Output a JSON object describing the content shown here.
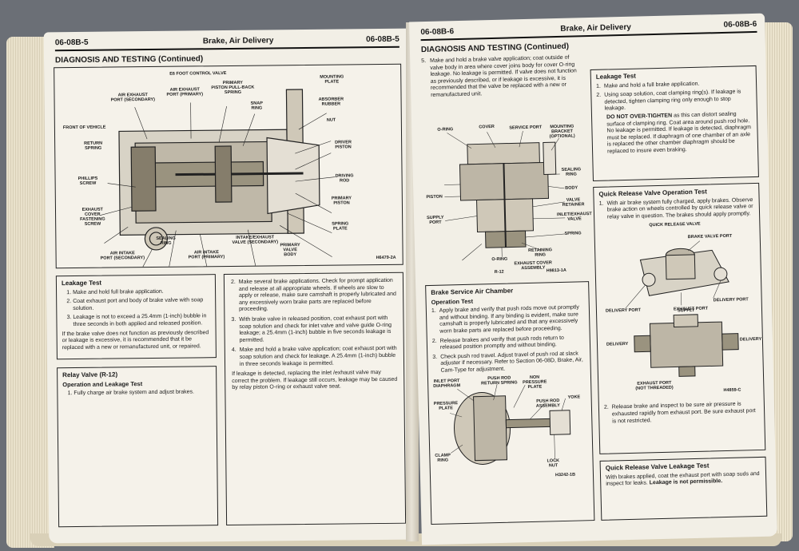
{
  "left_page": {
    "header": {
      "left": "06-08B-5",
      "center": "Brake, Air Delivery",
      "right": "06-08B-5"
    },
    "section_title": "DIAGNOSIS AND TESTING (Continued)",
    "figure": {
      "title": "E6 FOOT CONTROL VALVE",
      "labels": {
        "air_exhaust_secondary": "AIR EXHAUST\nPORT (SECONDARY)",
        "air_exhaust_primary": "AIR EXHAUST\nPORT (PRIMARY)",
        "primary_piston_spring": "PRIMARY\nPISTON PULL-BACK\nSPRING",
        "snap_ring": "SNAP\nRING",
        "mounting_plate": "MOUNTING\nPLATE",
        "absorber_rubber": "ABSORBER\nRUBBER",
        "nut": "NUT",
        "driver_piston": "DRIVER\nPISTON",
        "driving_rod": "DRIVING\nROD",
        "primary_piston": "PRIMARY\nPISTON",
        "spring_plate": "SPRING\nPLATE",
        "front_of_vehicle": "FRONT OF VEHICLE",
        "return_spring": "RETURN\nSPRING",
        "phillips_screw": "PHILLIPS\nSCREW",
        "exhaust_cover_screw": "EXHAUST\nCOVER\nFASTENING\nSCREW",
        "sealing_ring": "SEALING\nRING",
        "air_intake_secondary": "AIR INTAKE\nPORT (SECONDARY)",
        "air_intake_primary": "AIR INTAKE\nPORT (PRIMARY)",
        "intake_exhaust_valve": "INTAKE/EXHAUST\nVALVE (SECONDARY)",
        "primary_valve_body": "PRIMARY\nVALVE\nBODY"
      },
      "code": "H6479-2A"
    },
    "leakage_box": {
      "title": "Leakage Test",
      "items": [
        "Make and hold full brake application.",
        "Coat exhaust port and body of brake valve with soap solution.",
        "Leakage is not to exceed a 25.4mm (1-inch) bubble in three seconds in both applied and released position."
      ],
      "note": "If the brake valve does not function as previously described or leakage is excessive, it is recommended that it be replaced with a new or remanufactured unit, or repaired."
    },
    "relay_box": {
      "title": "Relay Valve (R-12)",
      "subtitle": "Operation and Leakage Test",
      "items": [
        "Fully charge air brake system and adjust brakes."
      ]
    },
    "middle_box": {
      "items": [
        {
          "n": "2.",
          "t": "Make several brake applications. Check for prompt application and release at all appropriate wheels. If wheels are slow to apply or release, make sure camshaft is properly lubricated and any excessively worn brake parts are replaced before proceeding."
        },
        {
          "n": "3.",
          "t": "With brake valve in released position, coat exhaust port with soap solution and check for inlet valve and valve guide O-ring leakage; a 25.4mm (1-inch) bubble in five seconds leakage is permitted."
        },
        {
          "n": "4.",
          "t": "Make and hold a brake valve application; coat exhaust port with soap solution and check for leakage. A 25.4mm (1-inch) bubble in three seconds leakage is permitted."
        }
      ],
      "note": "If leakage is detected, replacing the inlet /exhaust valve may correct the problem. If leakage still occurs, leakage may be caused by relay piston O-ring or exhaust valve seat."
    }
  },
  "right_page": {
    "header": {
      "left": "06-08B-6",
      "center": "Brake, Air Delivery",
      "right": "06-08B-6"
    },
    "section_title": "DIAGNOSIS AND TESTING (Continued)",
    "step5": {
      "n": "5.",
      "t": "Make and hold a brake valve application; coat outside of valve body in area where cover joins body for cover O-ring leakage. No leakage is permitted. If valve does not function as previously described, or if leakage is excessive, it is recommended that the valve be replaced with a new or remanufactured unit."
    },
    "relay_figure": {
      "labels": {
        "mounting_bracket": "MOUNTING\nBRACKET\n(OPTIONAL)",
        "cover": "COVER",
        "service_port": "SERVICE PORT",
        "sealing_ring": "SEALING\nRING",
        "body": "BODY",
        "valve_retainer": "VALVE\nRETAINER",
        "inlet_exhaust": "INLET/EXHAUST\nVALVE",
        "spring": "SPRING",
        "retaining_ring": "RETAINING\nRING",
        "o_ring": "O-RING",
        "exhaust_cover": "EXHAUST COVER\nASSEMBLY",
        "supply_port": "SUPPLY\nPORT",
        "piston": "PISTON",
        "o_ring_left": "O-RING",
        "model": "R-12"
      },
      "code": "H9813-1A"
    },
    "chamber_box": {
      "title": "Brake Service Air Chamber",
      "subtitle": "Operation Test",
      "items": [
        {
          "n": "1.",
          "t": "Apply brake and verify that push rods move out promptly and without binding. If any binding is evident, make sure camshaft is properly lubricated and that any excessively worn brake parts are replaced before proceeding."
        },
        {
          "n": "2.",
          "t": "Release brakes and verify that push rods return to released position promptly and without binding."
        },
        {
          "n": "3.",
          "t": "Check push rod travel. Adjust travel of push rod at slack adjuster if necessary. Refer to Section 06-08D, Brake, Air, Cam-Type for adjustment."
        }
      ],
      "figure": {
        "inlet_port": "INLET PORT\nDIAPHRAGM",
        "pressure_plate": "PRESSURE\nPLATE",
        "push_rod_spring": "PUSH ROD\nRETURN SPRING",
        "non_pressure": "NON\nPRESSURE\nPLATE",
        "push_rod": "PUSH ROD\nASSEMBLY",
        "yoke": "YOKE",
        "clamp_ring": "CLAMP\nRING",
        "lock_nut": "LOCK\nNUT",
        "code": "H3242-1B"
      }
    },
    "leakage_box": {
      "title": "Leakage Test",
      "items": [
        {
          "n": "1.",
          "t": "Make and hold a full brake application."
        },
        {
          "n": "2.",
          "t": "Using soap solution, coat clamping ring(s). If leakage is detected, tighten clamping ring only enough to stop leakage."
        }
      ],
      "warn_prefix": "DO NOT",
      "warn_bold": "OVER-TIGHTEN",
      "warn_rest": "as this can distort sealing surface of clamping ring. Coat area around push rod hole. No leakage is permitted. If leakage is detected, diaphragm must be replaced. If diaphragm of one chamber of an axle is replaced the other chamber diaphragm should be replaced to insure even braking."
    },
    "quick_release_box": {
      "title": "Quick Release Valve Operation Test",
      "items": [
        {
          "n": "1.",
          "t": "With air brake system fully charged, apply brakes. Observe brake action on wheels controlled by quick release valve or relay valve in question. The brakes should apply promptly."
        },
        {
          "n": "2.",
          "t": "Release brake and inspect to be sure air pressure is exhausted rapidly from exhaust port. Be sure exhaust port is not restricted."
        }
      ],
      "figure": {
        "title": "QUICK RELEASE VALVE",
        "brake_port": "BRAKE VALVE PORT",
        "delivery_port_r": "DELIVERY PORT",
        "delivery_port_l": "DELIVERY PORT",
        "exhaust_port": "EXHAUST PORT",
        "supply": "SUPPLY",
        "delivery_l": "DELIVERY",
        "delivery_r": "DELIVERY",
        "exhaust_not": "EXHAUST PORT\n(NOT THREADED)",
        "code": "H4859-C"
      }
    },
    "qr_leak_box": {
      "title": "Quick Release Valve Leakage Test",
      "text": "With brakes applied, coat the exhaust port with soap suds and inspect for leaks.",
      "bold": "Leakage is not permissible."
    }
  }
}
